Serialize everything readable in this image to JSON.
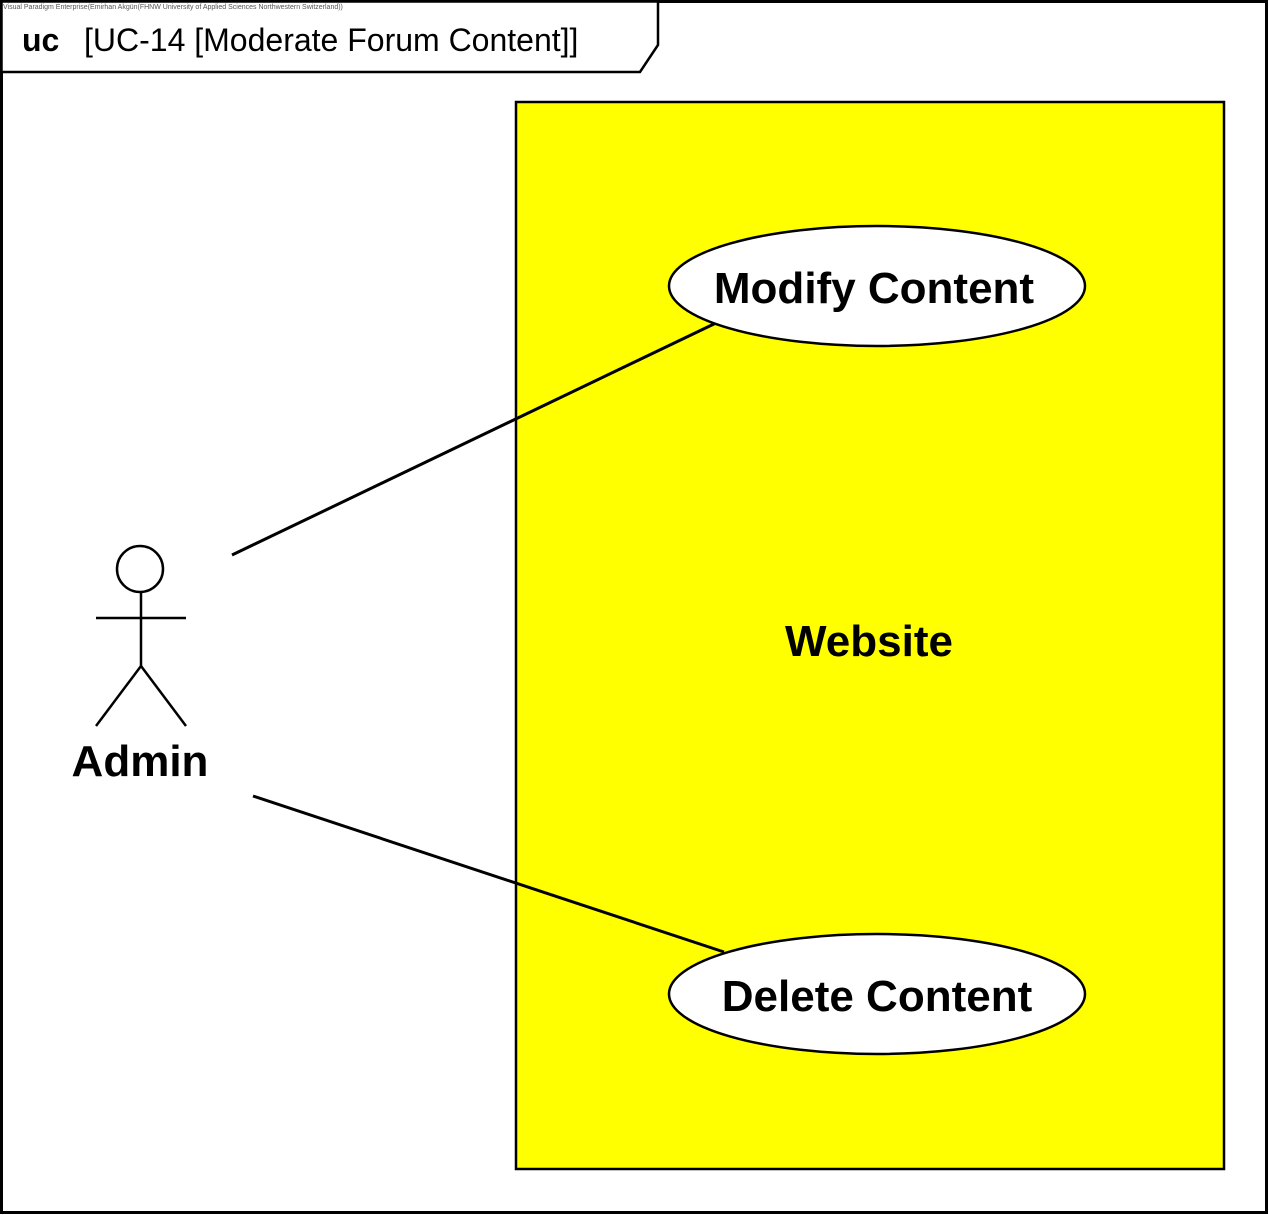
{
  "watermark": "Visual Paradigm Enterprise(Emirhan Akgün(FHNW University of Applied Sciences Northwestern Switzerland))",
  "frame": {
    "keyword": "uc",
    "name": "[UC-14 [Moderate Forum Content]]"
  },
  "system": {
    "name": "Website",
    "fill_color": "#ffff00"
  },
  "actor": {
    "name": "Admin"
  },
  "use_cases": [
    {
      "label": "Modify Content"
    },
    {
      "label": "Delete Content"
    }
  ],
  "colors": {
    "stroke": "#000000",
    "use_case_fill": "#ffffff",
    "background": "#ffffff"
  }
}
